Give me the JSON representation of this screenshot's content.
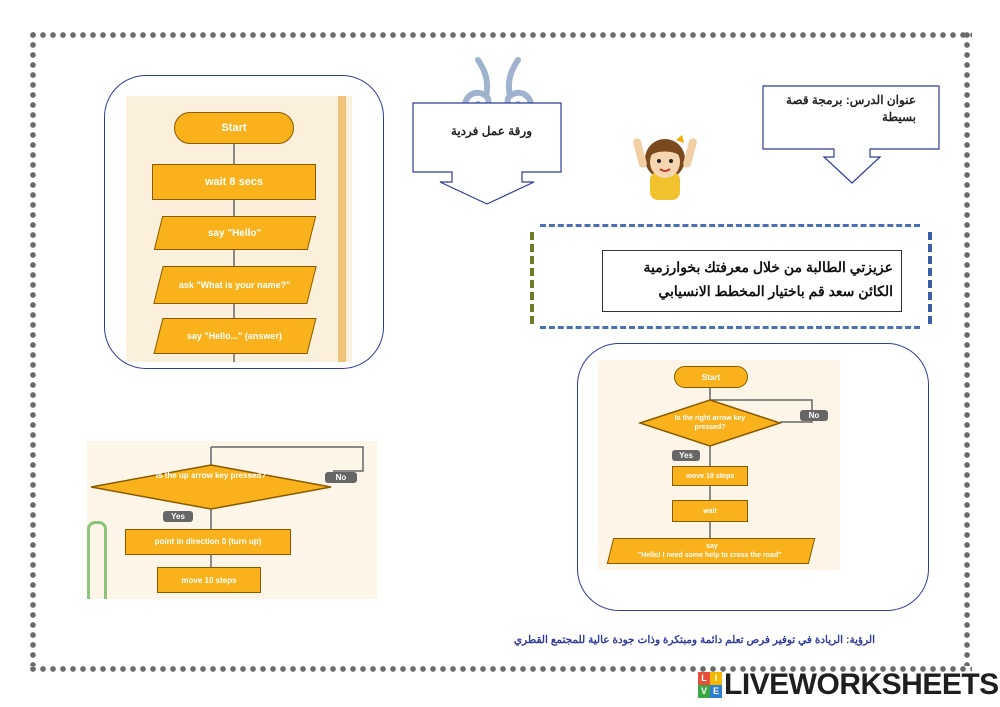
{
  "worksheet": {
    "lesson_title": "عنوان الدرس: برمجة قصة بسيطة",
    "worksheet_type": "ورقة عمل فردية",
    "instruction": "عزيزتي الطالبة من خلال معرفتك بخوارزمية الكائن سعد قم باختيار المخطط الانسيابي",
    "vision": "الرؤية: الريادة في توفير فرص تعلم دائمة ومبتكرة وذات جودة عالية للمجتمع القطري"
  },
  "flowchart_1": {
    "start": "Start",
    "step1": "wait 8 secs",
    "step2": "say \"Hello\"",
    "step3": "ask \"What is your name?\"",
    "step4": "say \"Hello...\" (answer)"
  },
  "flowchart_2": {
    "decision": "Is the up arrow key pressed?",
    "no_label": "No",
    "yes_label": "Yes",
    "step1": "point in direction 0 (turn up)",
    "step2": "move 10 steps"
  },
  "flowchart_3": {
    "start": "Start",
    "decision": "Is the right arrow key pressed?",
    "no_label": "No",
    "yes_label": "Yes",
    "step1": "move 10 steps",
    "step2": "wait",
    "step3_line1": "say",
    "step3_line2": "\"Hello! I need some help to cross the road\""
  },
  "brand": {
    "logo_text": "LIVEWORKSHEETS",
    "logo_icon_letters": "LIVE"
  },
  "colors": {
    "frame": "#2f3c9a",
    "flow_fill": "#f9b21c",
    "flow_bg": "#fbf0dc",
    "border_dots": "#6b6b6b"
  }
}
